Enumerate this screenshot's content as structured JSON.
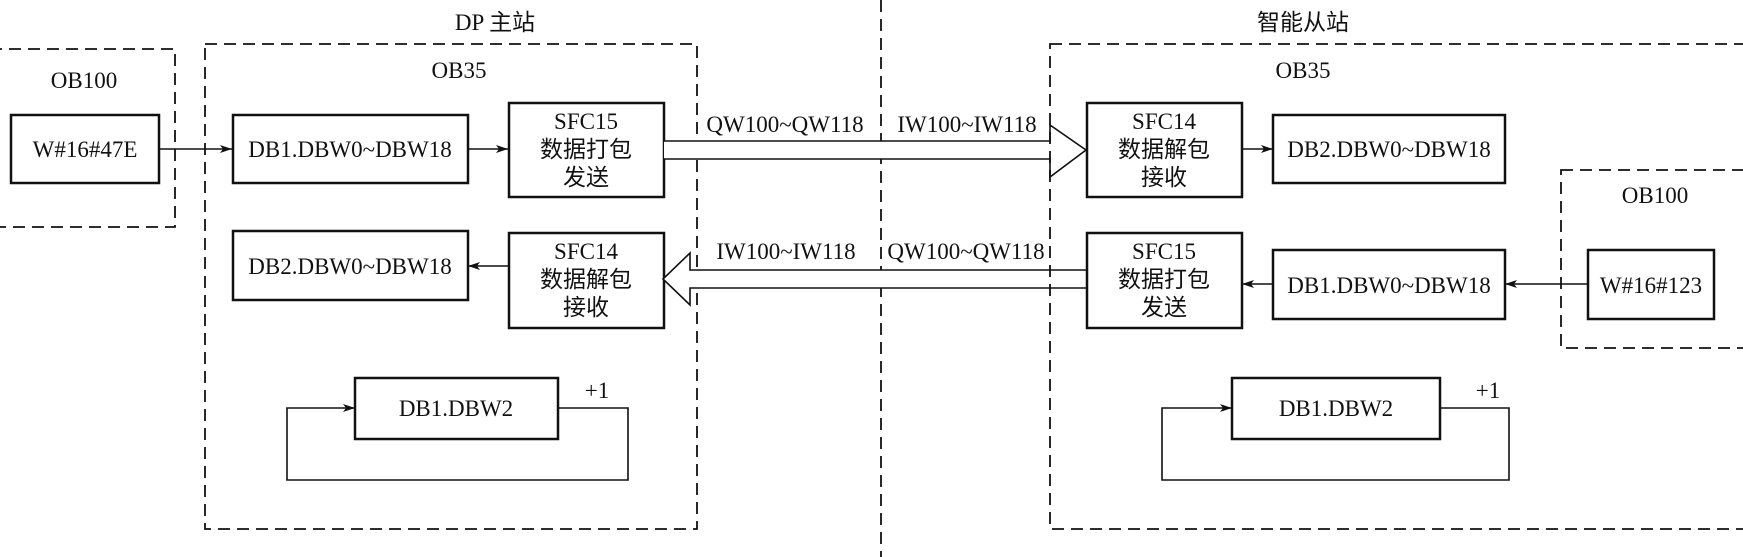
{
  "master": {
    "title": "DP 主站",
    "ob100": {
      "label": "OB100",
      "init_value": "W#16#47E"
    },
    "ob35": {
      "label": "OB35",
      "send_db": "DB1.DBW0~DBW18",
      "send_sfc": [
        "SFC15",
        "数据打包",
        "发送"
      ],
      "recv_db": "DB2.DBW0~DBW18",
      "recv_sfc": [
        "SFC14",
        "数据解包",
        "接收"
      ],
      "counter": "DB1.DBW2",
      "increment": "+1"
    }
  },
  "slave": {
    "title": "智能从站",
    "ob100": {
      "label": "OB100",
      "init_value": "W#16#123"
    },
    "ob35": {
      "label": "OB35",
      "recv_sfc": [
        "SFC14",
        "数据解包",
        "接收"
      ],
      "recv_db": "DB2.DBW0~DBW18",
      "send_sfc": [
        "SFC15",
        "数据打包",
        "发送"
      ],
      "send_db": "DB1.DBW0~DBW18",
      "counter": "DB1.DBW2",
      "increment": "+1"
    }
  },
  "links": {
    "forward": {
      "master_side": "QW100~QW118",
      "slave_side": "IW100~IW118"
    },
    "backward": {
      "master_side": "IW100~IW118",
      "slave_side": "QW100~QW118"
    }
  }
}
